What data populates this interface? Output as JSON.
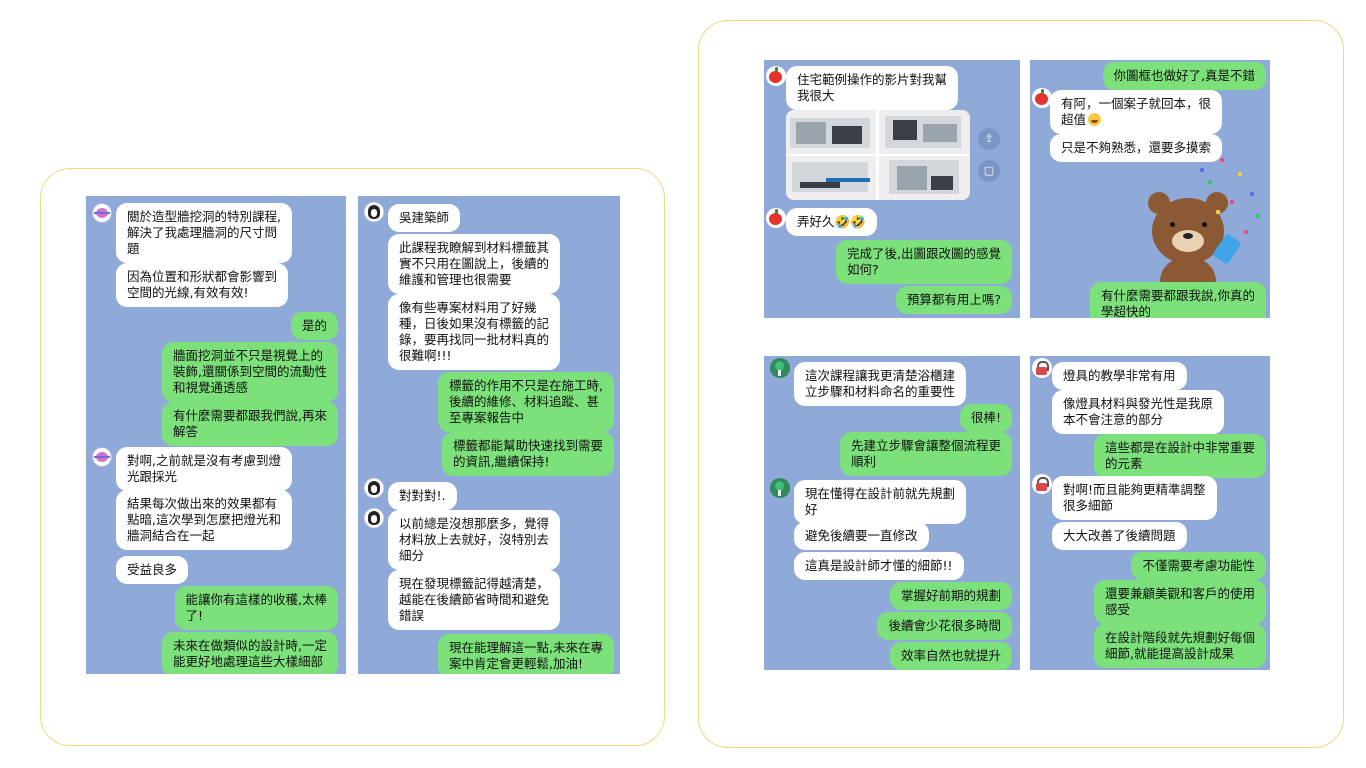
{
  "panels": {
    "p1": {
      "messages": [
        {
          "side": "in",
          "avatar": "planet",
          "lines": [
            "關於造型牆挖洞的特別課程,",
            "解決了我處理牆洞的尺寸問",
            "題"
          ]
        },
        {
          "side": "in",
          "lines": [
            "因為位置和形狀都會影響到",
            "空間的光線,有效有效!"
          ]
        },
        {
          "side": "out",
          "lines": [
            "是的"
          ]
        },
        {
          "side": "out",
          "lines": [
            "牆面挖洞並不只是視覺上的",
            "裝飾,還關係到空間的流動性",
            "和視覺通透感"
          ]
        },
        {
          "side": "out",
          "lines": [
            "有什麼需要都跟我們說,再來",
            "解答"
          ]
        },
        {
          "side": "in",
          "avatar": "planet",
          "lines": [
            "對啊,之前就是沒有考慮到燈",
            "光跟採光"
          ]
        },
        {
          "side": "in",
          "lines": [
            "結果每次做出來的效果都有",
            "點暗,這次學到怎麼把燈光和",
            "牆洞結合在一起"
          ]
        },
        {
          "side": "in",
          "lines": [
            "受益良多"
          ]
        },
        {
          "side": "out",
          "lines": [
            "能讓你有這樣的收穫,太棒",
            "了!"
          ]
        },
        {
          "side": "out",
          "lines": [
            "未來在做類似的設計時,一定",
            "能更好地處理這些大樣細部"
          ]
        }
      ]
    },
    "p2": {
      "messages": [
        {
          "side": "in",
          "avatar": "penguin",
          "lines": [
            "吳建築師"
          ]
        },
        {
          "side": "in",
          "lines": [
            "此課程我瞭解到材料標籤其",
            "實不只用在圖說上，後續的",
            "維護和管理也很需要"
          ]
        },
        {
          "side": "in",
          "lines": [
            "像有些專案材料用了好幾",
            "種，日後如果沒有標籤的記",
            "錄，要再找同一批材料真的",
            "很難啊!!!"
          ]
        },
        {
          "side": "out",
          "lines": [
            "標籤的作用不只是在施工時,",
            "後續的維修、材料追蹤、甚",
            "至專案報告中"
          ]
        },
        {
          "side": "out",
          "lines": [
            "標籤都能幫助快速找到需要",
            "的資訊,繼續保持!"
          ]
        },
        {
          "side": "in",
          "avatar": "penguin",
          "lines": [
            "對對對!."
          ]
        },
        {
          "side": "in",
          "avatar": "penguin",
          "lines": [
            "以前總是沒想那麼多，覺得",
            "材料放上去就好，沒特別去",
            "細分"
          ]
        },
        {
          "side": "in",
          "lines": [
            "現在發現標籤記得越清楚，",
            "越能在後續節省時間和避免",
            "錯誤"
          ]
        },
        {
          "side": "out",
          "lines": [
            "現在能理解這一點,未來在專",
            "案中肯定會更輕鬆,加油!"
          ]
        }
      ]
    },
    "p3": {
      "messages": [
        {
          "side": "in",
          "avatar": "apple",
          "lines": [
            "住宅範例操作的影片對我幫",
            "我很大"
          ]
        },
        {
          "side": "in",
          "avatar": "apple",
          "lines": [
            "弄好久🤣🤣"
          ]
        },
        {
          "side": "out",
          "lines": [
            "完成了後,出圖跟改圖的感覺",
            "如何?"
          ]
        },
        {
          "side": "out",
          "lines": [
            "預算都有用上嗎?"
          ]
        }
      ]
    },
    "p4": {
      "messages": [
        {
          "side": "out",
          "lines": [
            "你圖框也做好了,真是不錯"
          ]
        },
        {
          "side": "in",
          "avatar": "apple",
          "lines": [
            "有阿，一個案子就回本，很",
            "超值"
          ]
        },
        {
          "side": "in",
          "lines": [
            "只是不夠熟悉，還要多摸索"
          ]
        },
        {
          "side": "out",
          "lines": [
            "有什麼需要都跟我說,你真的",
            "學超快的"
          ]
        }
      ]
    },
    "p5": {
      "messages": [
        {
          "side": "in",
          "avatar": "tree",
          "lines": [
            "這次課程讓我更清楚浴櫃建",
            "立步驟和材料命名的重要性"
          ]
        },
        {
          "side": "out",
          "lines": [
            "很棒!"
          ]
        },
        {
          "side": "out",
          "lines": [
            "先建立步驟會讓整個流程更",
            "順利"
          ]
        },
        {
          "side": "in",
          "avatar": "tree",
          "lines": [
            "現在懂得在設計前就先規劃",
            "好"
          ]
        },
        {
          "side": "in",
          "lines": [
            "避免後續要一直修改"
          ]
        },
        {
          "side": "in",
          "lines": [
            "這真是設計師才懂的細節!!"
          ]
        },
        {
          "side": "out",
          "lines": [
            "掌握好前期的規劃"
          ]
        },
        {
          "side": "out",
          "lines": [
            "後續會少花很多時間"
          ]
        },
        {
          "side": "out",
          "lines": [
            "效率自然也就提升"
          ]
        }
      ]
    },
    "p6": {
      "messages": [
        {
          "side": "in",
          "avatar": "lock",
          "lines": [
            "燈具的教學非常有用"
          ]
        },
        {
          "side": "in",
          "lines": [
            "像燈具材料與發光性是我原",
            "本不會注意的部分"
          ]
        },
        {
          "side": "out",
          "lines": [
            "這些都是在設計中非常重要",
            "的元素"
          ]
        },
        {
          "side": "in",
          "avatar": "lock",
          "lines": [
            "對啊!而且能夠更精準調整",
            "很多細節"
          ]
        },
        {
          "side": "in",
          "lines": [
            "大大改善了後續問題"
          ]
        },
        {
          "side": "out",
          "lines": [
            "不僅需要考慮功能性"
          ]
        },
        {
          "side": "out",
          "lines": [
            "還要兼顧美觀和客戶的使用",
            "感受"
          ]
        },
        {
          "side": "out",
          "lines": [
            "在設計階段就先規劃好每個",
            "細節,就能提高設計成果"
          ]
        }
      ]
    }
  }
}
